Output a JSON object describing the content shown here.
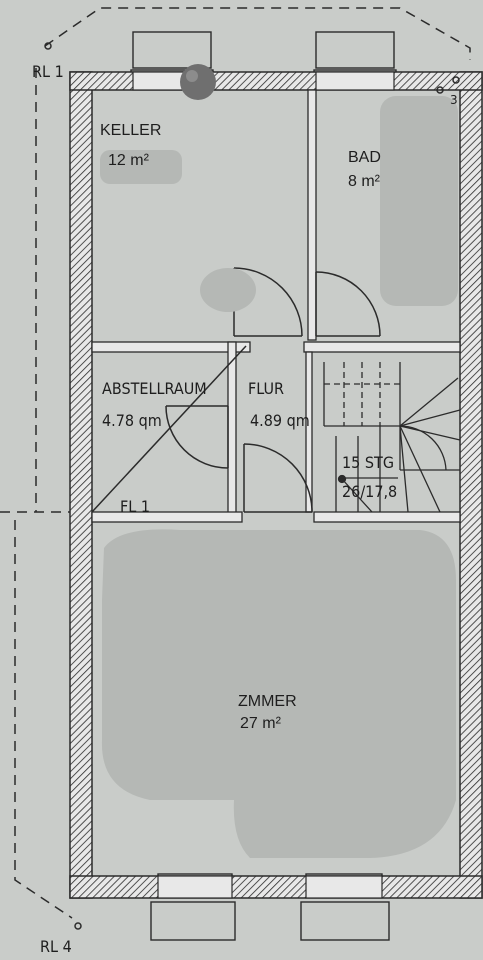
{
  "plan": {
    "rooms": [
      {
        "id": "keller",
        "name": "KELLER",
        "area": "12 m²"
      },
      {
        "id": "bad",
        "name": "BAD",
        "area": "8 m²"
      },
      {
        "id": "abstellraum",
        "name": "ABSTELLRAUM",
        "area": "4.78 qm"
      },
      {
        "id": "flur",
        "name": "FLUR",
        "area": "4.89 qm"
      },
      {
        "id": "zimmer",
        "name": "ZMMER",
        "area": "27 m²"
      }
    ],
    "stairs": {
      "steps": "15 STG",
      "ratio": "26/17,8"
    },
    "markers": {
      "rl_top": "RL 1",
      "rl_bottom": "RL 4",
      "fl": "FL 1",
      "corner_number": "3"
    },
    "colors": {
      "paper": "#c9ccc9",
      "wall": "#2b2b2b",
      "blotch": "#b5b8b5"
    }
  }
}
